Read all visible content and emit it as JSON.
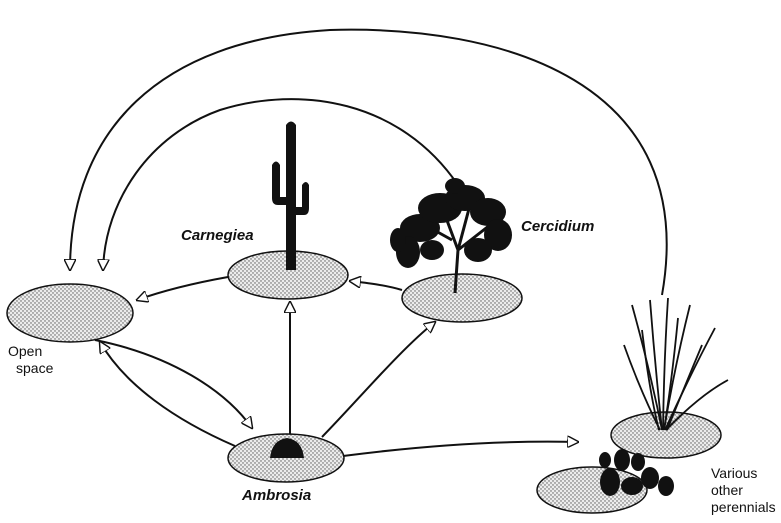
{
  "labels": {
    "open_space_1": "Open",
    "open_space_2": "space",
    "carnegiea": "Carnegiea",
    "cercidium": "Cercidium",
    "ambrosia": "Ambrosia",
    "perennials_1": "Various",
    "perennials_2": "other",
    "perennials_3": "perennials"
  },
  "colors": {
    "ink": "#111111",
    "ellipse_fill": "#d9d9d9",
    "background": "#ffffff"
  },
  "icons": [
    "saguaro-cactus-icon",
    "palo-verde-tree-icon",
    "ambrosia-shrub-icon",
    "ocotillo-grass-icon",
    "prickly-pear-cactus-icon"
  ]
}
